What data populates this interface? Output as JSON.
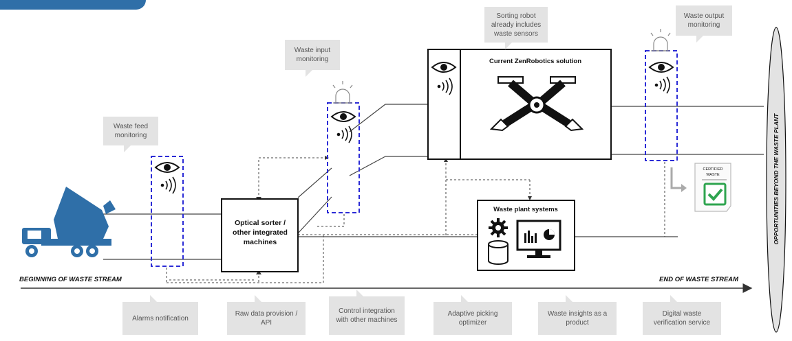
{
  "colors": {
    "accent_blue": "#2f6fa8",
    "monitor_dash": "#2b2bd6",
    "check_green": "#2ea44f",
    "callout_bg": "#e3e3e3",
    "line": "#333333"
  },
  "callouts_top": {
    "waste_feed": "Waste feed monitoring",
    "waste_input": "Waste input monitoring",
    "sorting_robot": "Sorting robot already includes waste sensors",
    "waste_output": "Waste output monitoring"
  },
  "boxes": {
    "optical_sorter": "Optical sorter / other integrated machines",
    "current_solution": "Current ZenRobotics solution",
    "waste_plant_systems": "Waste plant systems"
  },
  "certificate": {
    "line1": "CERTIFIED",
    "line2": "WASTE"
  },
  "stream": {
    "beginning": "BEGINNING OF WASTE STREAM",
    "end": "END OF WASTE STREAM",
    "opportunities": "OPPORTUNITIES BEYOND THE WASTE PLANT"
  },
  "callouts_bottom": [
    "Alarms notification",
    "Raw data provision / API",
    "Control integration with other machines",
    "Adaptive picking optimizer",
    "Waste insights as a product",
    "Digital waste verification service"
  ],
  "icons": [
    "dump-truck-icon",
    "eye-icon",
    "signal-waves-icon",
    "alarm-beacon-icon",
    "robot-arm-icon",
    "gear-icon",
    "database-icon",
    "dashboard-monitor-icon",
    "certificate-icon",
    "checkmark-icon",
    "arrow-right-icon"
  ]
}
